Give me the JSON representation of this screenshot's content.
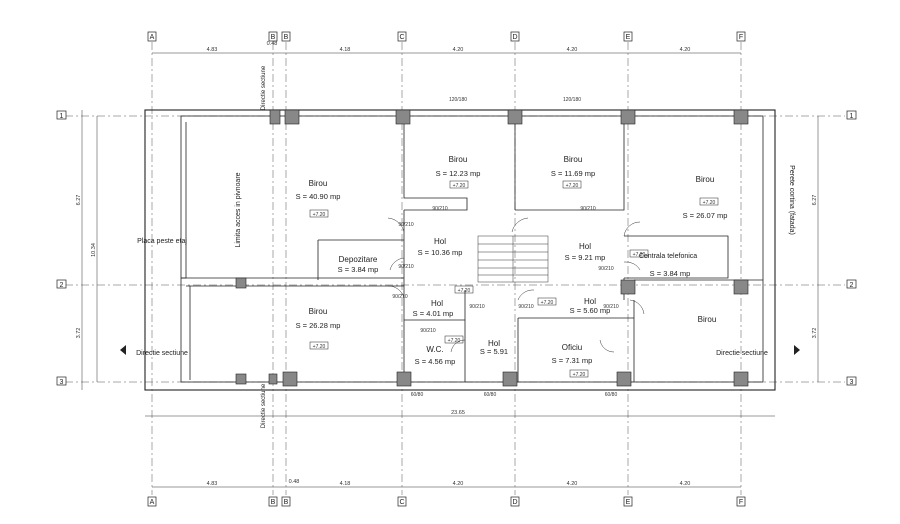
{
  "axes_top": [
    "A",
    "B",
    "B",
    "C",
    "D",
    "E",
    "F"
  ],
  "axes_bottom": [
    "A",
    "B",
    "B",
    "C",
    "D",
    "E",
    "F"
  ],
  "axes_side": [
    "1",
    "2",
    "3"
  ],
  "top_dims": [
    "4.83",
    "0.48",
    "4.18",
    "4.20",
    "4.20",
    "4.20"
  ],
  "bottom_dims": [
    "4.83",
    "0.48",
    "4.18",
    "4.20",
    "4.20",
    "4.20"
  ],
  "left_dims": [
    "6.27",
    "3.72",
    "10.34"
  ],
  "right_dims": [
    "6.27",
    "3.72"
  ],
  "overall_width": "23.65",
  "window_marks": [
    "120/180",
    "120/180",
    "60/80",
    "60/80",
    "60/80"
  ],
  "rooms": [
    {
      "name": "Birou",
      "area": "S = 40.90 mp"
    },
    {
      "name": "Birou",
      "area": "S = 12.23 mp"
    },
    {
      "name": "Birou",
      "area": "S = 11.69 mp"
    },
    {
      "name": "Birou",
      "area": "S = 26.07 mp"
    },
    {
      "name": "Hol",
      "area": "S = 10.36 mp"
    },
    {
      "name": "Hol",
      "area": "S = 9.21 mp"
    },
    {
      "name": "Depozitare",
      "area": "S = 3.84 mp"
    },
    {
      "name": "Centrala telefonica",
      "area": "S = 3.84 mp"
    },
    {
      "name": "Birou",
      "area": "S = 26.28 mp"
    },
    {
      "name": "Hol",
      "area": "S = 4.01 mp"
    },
    {
      "name": "Hol",
      "area": "S = 5.60 mp"
    },
    {
      "name": "W.C.",
      "area": "S = 4.56 mp"
    },
    {
      "name": "Hol",
      "area": "S = 5.91"
    },
    {
      "name": "Oficiu",
      "area": "S = 7.31 mp"
    },
    {
      "name": "Birou",
      "area": ""
    }
  ],
  "labels": {
    "placa": "Placa peste etaj",
    "limita": "Limita acces in pivnoare",
    "perete": "Perete cortina (fatada)",
    "directie": "Directie sectiune",
    "level_mark": "+7.20"
  },
  "door_marks": [
    "90/210",
    "90/210",
    "90/210",
    "90/210",
    "90/210",
    "90/210",
    "90/210",
    "90/210",
    "90/210",
    "90/210"
  ],
  "colors": {
    "line": "#222222",
    "column": "#888888",
    "paper": "#ffffff"
  }
}
